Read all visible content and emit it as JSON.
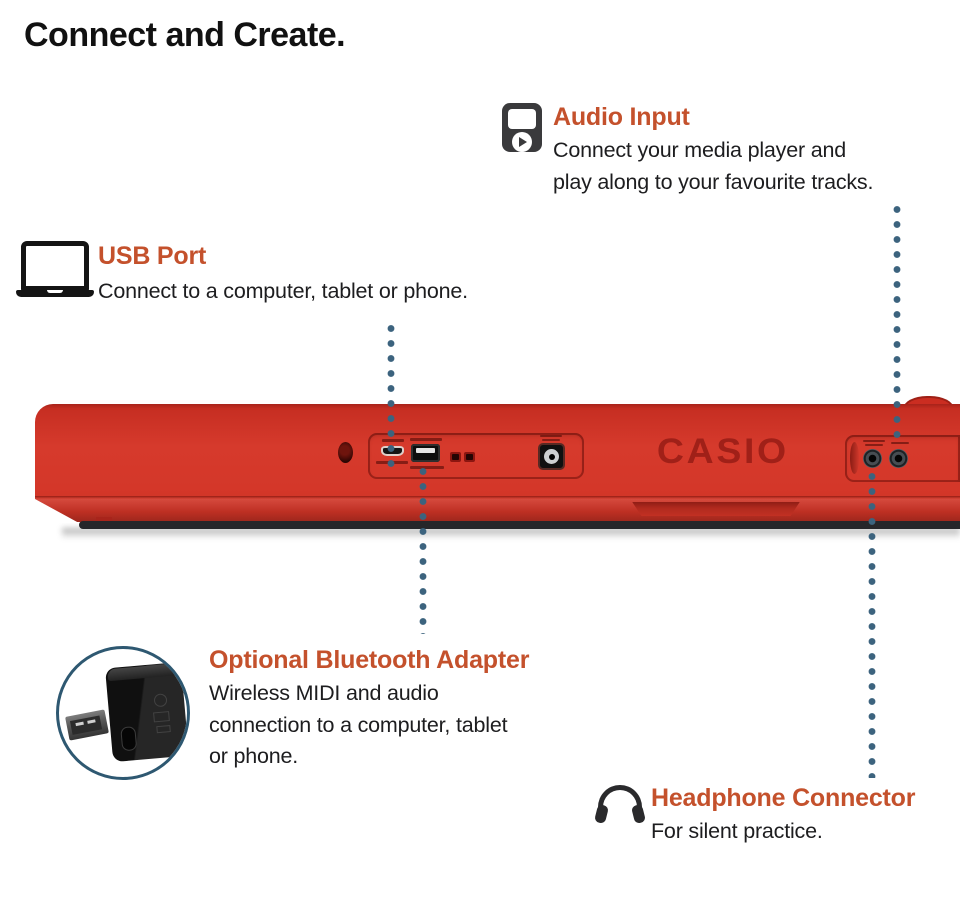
{
  "page": {
    "title": "Connect and Create."
  },
  "features": {
    "audio_input": {
      "icon": "media-player-icon",
      "heading": "Audio Input",
      "lines": [
        "Connect your media player and",
        "play along to your favourite tracks."
      ]
    },
    "usb_port": {
      "icon": "laptop-icon",
      "heading": "USB Port",
      "lines": [
        "Connect to a computer, tablet or phone."
      ]
    },
    "bluetooth": {
      "icon": "bluetooth-usb-adapter",
      "heading": "Optional Bluetooth Adapter",
      "lines": [
        "Wireless MIDI and audio",
        "connection to a computer, tablet",
        "or phone."
      ]
    },
    "headphones": {
      "icon": "headphones-icon",
      "heading": "Headphone Connector",
      "lines": [
        "For silent practice."
      ]
    }
  },
  "keyboard": {
    "brand_logo": "CASIO",
    "ports": {
      "left_panel": [
        "micro-usb-port",
        "usb-a-port",
        "strap-slots",
        "dc-power-jack"
      ],
      "right_panel": [
        "phones-output-jack",
        "sustain-jack"
      ]
    }
  },
  "colors": {
    "accent_orange": "#C4512C",
    "text_dark": "#1D1D1F",
    "connector_dot_blue": "#3C637E",
    "circle_border_blue": "#2E5871",
    "keyboard_red": "#D63A2C",
    "keyboard_red_dark": "#C62E22",
    "logo_red": "#9C1F17",
    "adapter_black": "#1C1C1C"
  }
}
